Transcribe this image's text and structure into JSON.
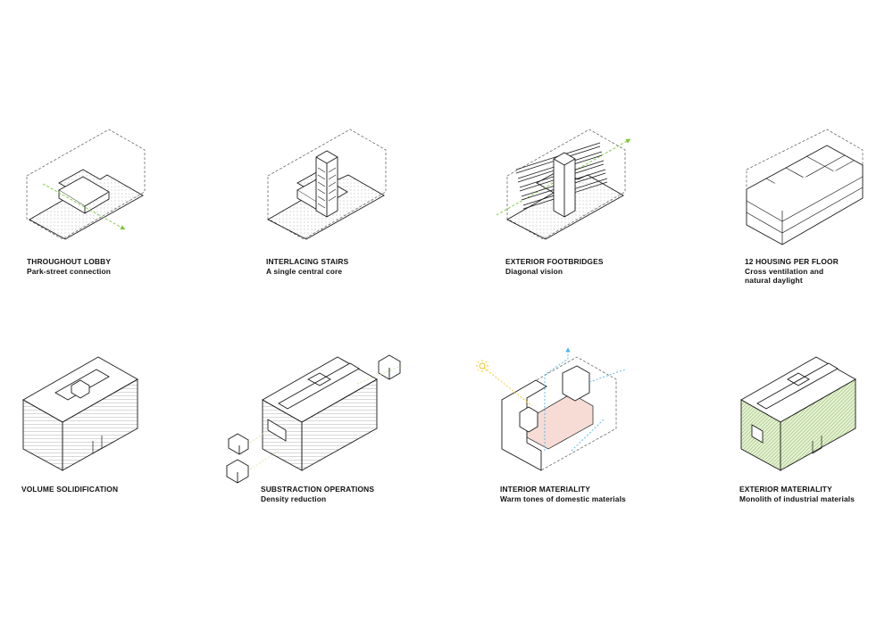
{
  "diagrams": [
    {
      "title": "THROUGHOUT LOBBY",
      "subtitle": "Park-street connection"
    },
    {
      "title": "INTERLACING STAIRS",
      "subtitle": "A single central core"
    },
    {
      "title": "EXTERIOR FOOTBRIDGES",
      "subtitle": "Diagonal vision"
    },
    {
      "title": "12 HOUSING PER FLOOR",
      "subtitle": "Cross ventilation and\nnatural daylight"
    },
    {
      "title": "VOLUME SOLIDIFICATION",
      "subtitle": ""
    },
    {
      "title": "SUBSTRACTION OPERATIONS",
      "subtitle": "Density reduction"
    },
    {
      "title": "INTERIOR MATERIALITY",
      "subtitle": "Warm tones of domestic materials"
    },
    {
      "title": "EXTERIOR MATERIALITY",
      "subtitle": "Monolith of industrial materials"
    }
  ],
  "colors": {
    "line": "#1a1a1a",
    "dash": "#555555",
    "green_arrow": "#7cc63a",
    "blue_arrow": "#49b6e8",
    "sun": "#f0c419",
    "warm_fill": "#f6dcd5",
    "green_fill": "#d9ecc4",
    "hatch": "#9a9a9a"
  }
}
